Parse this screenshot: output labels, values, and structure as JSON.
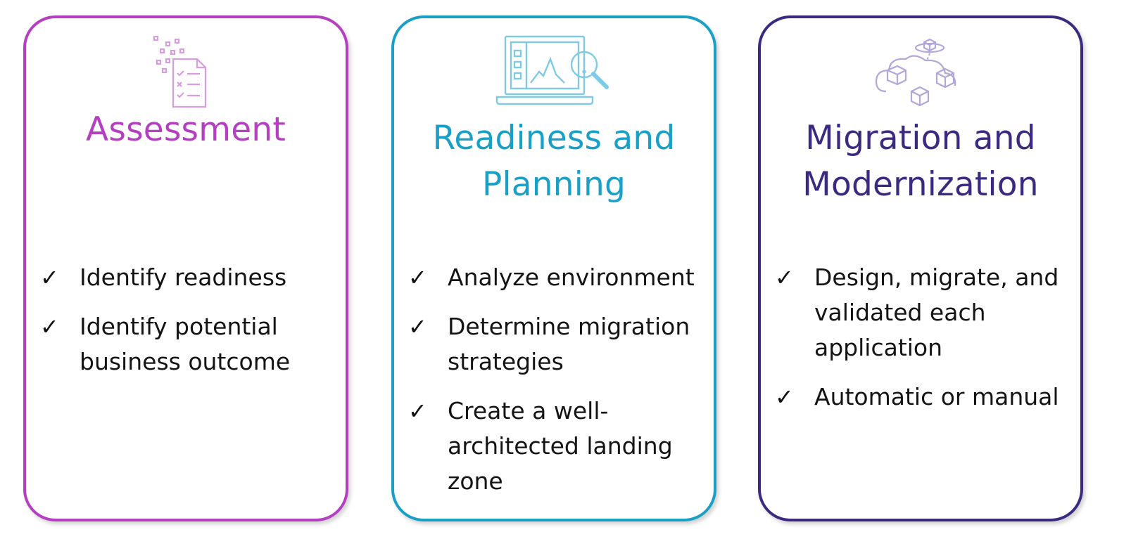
{
  "cards": [
    {
      "title_lines": [
        "Assessment"
      ],
      "color": "#b43fc1",
      "icon": "checklist-document-icon",
      "items": [
        "Identify readiness",
        "Identify potential business outcome"
      ]
    },
    {
      "title_lines": [
        "Readiness and",
        "Planning"
      ],
      "color": "#1aa0c6",
      "icon": "laptop-analysis-icon",
      "items": [
        "Analyze environment",
        "Determine migration strategies",
        "Create a well-architected landing zone"
      ]
    },
    {
      "title_lines": [
        "Migration and",
        "Modernization"
      ],
      "color": "#3b2a80",
      "icon": "cloud-cubes-icon",
      "items": [
        "Design, migrate, and validated each application",
        "Automatic or manual"
      ]
    }
  ],
  "check_glyph": "✓"
}
